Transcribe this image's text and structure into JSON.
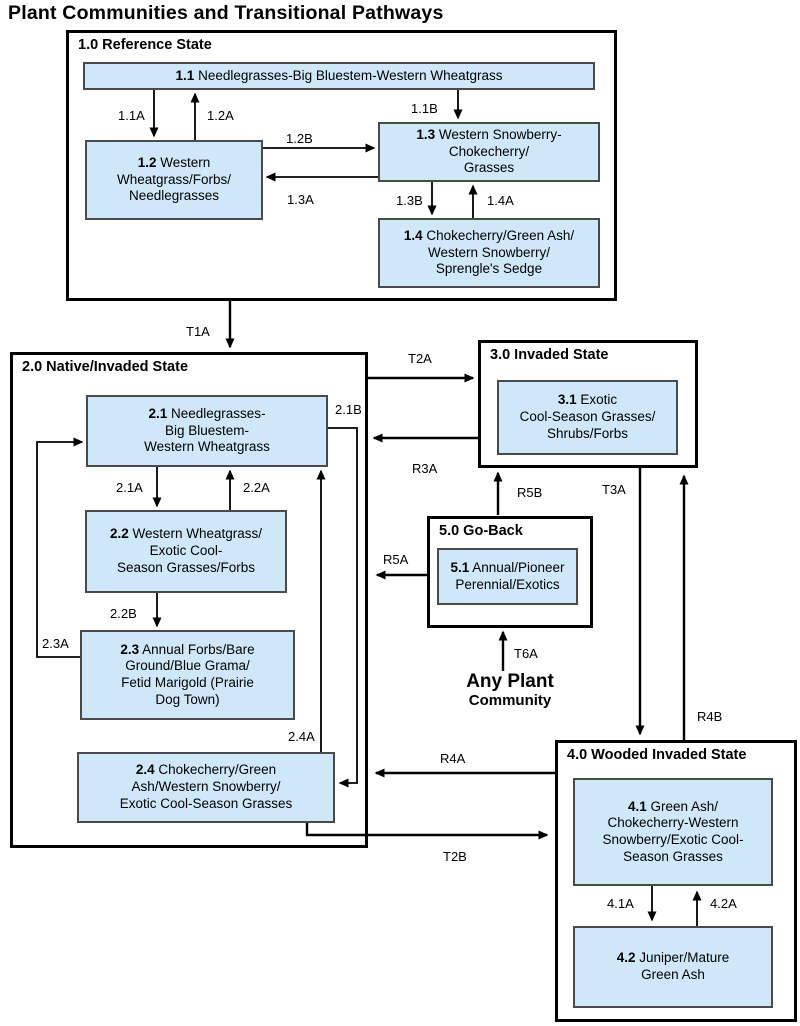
{
  "title": "Plant Communities and Transitional Pathways",
  "colors": {
    "community_fill": "#cfe8f9",
    "community_border": "#4a4a4a",
    "state_border": "#000000",
    "arrow": "#000000"
  },
  "states": {
    "s1": {
      "label": "1.0 Reference State",
      "communities": {
        "c11": {
          "id": "1.1",
          "name": "Needlegrasses-Big Bluestem-Western Wheatgrass"
        },
        "c12": {
          "id": "1.2",
          "name": "Western\nWheatgrass/Forbs/\nNeedlegrasses"
        },
        "c13": {
          "id": "1.3",
          "name": "Western Snowberry-\nChokecherry/\nGrasses"
        },
        "c14": {
          "id": "1.4",
          "name": "Chokecherry/Green Ash/\nWestern Snowberry/\nSprengle's Sedge"
        }
      }
    },
    "s2": {
      "label": "2.0 Native/Invaded State",
      "communities": {
        "c21": {
          "id": "2.1",
          "name": "Needlegrasses-\nBig Bluestem-\nWestern Wheatgrass"
        },
        "c22": {
          "id": "2.2",
          "name": "Western Wheatgrass/\nExotic Cool-\nSeason Grasses/Forbs"
        },
        "c23": {
          "id": "2.3",
          "name": "Annual Forbs/Bare\nGround/Blue Grama/\nFetid Marigold (Prairie\nDog Town)"
        },
        "c24": {
          "id": "2.4",
          "name": "Chokecherry/Green\nAsh/Western Snowberry/\nExotic Cool-Season Grasses"
        }
      }
    },
    "s3": {
      "label": "3.0 Invaded State",
      "communities": {
        "c31": {
          "id": "3.1",
          "name": "Exotic\nCool-Season Grasses/\nShrubs/Forbs"
        }
      }
    },
    "s4": {
      "label": "4.0 Wooded Invaded State",
      "communities": {
        "c41": {
          "id": "4.1",
          "name": "Green Ash/\nChokecherry-Western\nSnowberry/Exotic Cool-\nSeason Grasses"
        },
        "c42": {
          "id": "4.2",
          "name": "Juniper/Mature\nGreen Ash"
        }
      }
    },
    "s5": {
      "label": "5.0 Go-Back",
      "communities": {
        "c51": {
          "id": "5.1",
          "name": "Annual/Pioneer\nPerennial/Exotics"
        }
      }
    }
  },
  "pathways": {
    "p11A": "1.1A",
    "p11B": "1.1B",
    "p12A": "1.2A",
    "p12B": "1.2B",
    "p13A": "1.3A",
    "p13B": "1.3B",
    "p14A": "1.4A",
    "p21A": "2.1A",
    "p21B": "2.1B",
    "p22A": "2.2A",
    "p22B": "2.2B",
    "p23A": "2.3A",
    "p24A": "2.4A",
    "p41A": "4.1A",
    "p42A": "4.2A",
    "t1A": "T1A",
    "t2A": "T2A",
    "t2B": "T2B",
    "t3A": "T3A",
    "t6A": "T6A",
    "r3A": "R3A",
    "r4A": "R4A",
    "r4B": "R4B",
    "r5A": "R5A",
    "r5B": "R5B"
  },
  "any_plant": {
    "line1": "Any Plant",
    "line2": "Community"
  }
}
